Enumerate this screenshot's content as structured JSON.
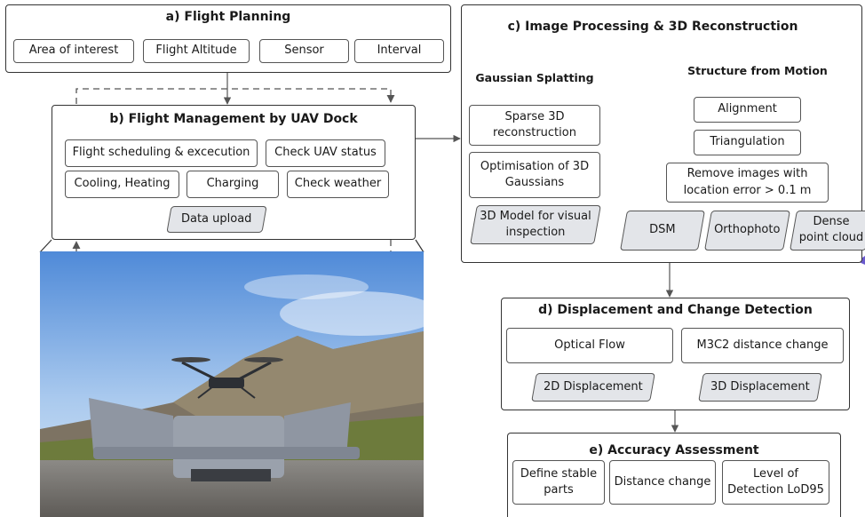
{
  "flight_planning": {
    "title": "a) Flight Planning",
    "items": [
      "Area of interest",
      "Flight Altitude",
      "Sensor",
      "Interval"
    ]
  },
  "flight_management": {
    "title": "b) Flight Management by UAV Dock",
    "items": [
      "Flight scheduling & excecution",
      "Check UAV status",
      "Cooling, Heating",
      "Charging",
      "Check weather"
    ],
    "output": "Data upload"
  },
  "image_processing": {
    "title": "c) Image Processing & 3D Reconstruction",
    "gaussian": {
      "heading": "Gaussian Splatting",
      "steps": [
        "Sparse 3D reconstruction",
        "Optimisation of 3D Gaussians"
      ],
      "output": "3D Model for visual inspection"
    },
    "sfm": {
      "heading": "Structure from Motion",
      "steps": [
        "Alignment",
        "Triangulation",
        "Remove images with location error > 0.1 m"
      ],
      "outputs": [
        "DSM",
        "Orthophoto",
        "Dense point cloud"
      ]
    }
  },
  "displacement": {
    "title": "d) Displacement and Change Detection",
    "items": [
      "Optical Flow",
      "M3C2 distance change"
    ],
    "outputs": [
      "2D Displacement",
      "3D Displacement"
    ]
  },
  "accuracy": {
    "title": "e) Accuracy Assessment",
    "items": [
      "Define stable parts",
      "Distance change",
      "Level of Detection LoD95"
    ]
  },
  "colors": {
    "frame": "#333333",
    "output_fill": "#e3e5e9",
    "process_fill": "#f2f3f5",
    "arrow": "#555555",
    "marker": "#6a5acd"
  },
  "photo_icon": "uav-dock-photo"
}
